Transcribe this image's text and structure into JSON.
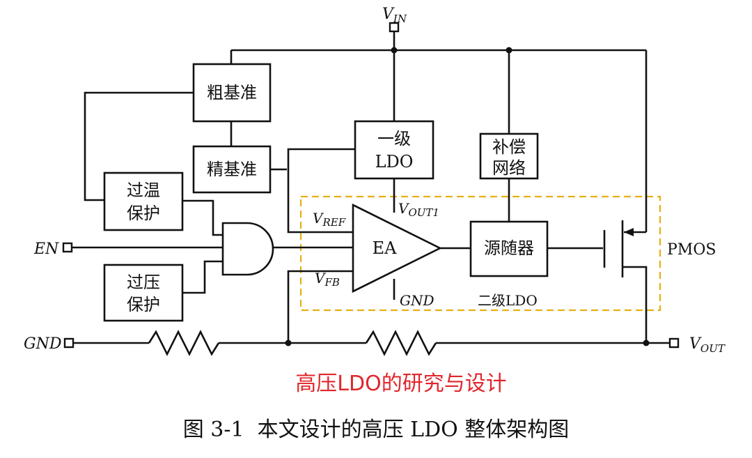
{
  "diagram": {
    "blocks": {
      "coarse_ref": "粗基准",
      "fine_ref": "精基准",
      "ldo1_line1": "一级",
      "ldo1_line2": "LDO",
      "comp_line1": "补偿",
      "comp_line2": "网络",
      "otp_line1": "过温",
      "otp_line2": "保护",
      "ovp_line1": "过压",
      "ovp_line2": "保护",
      "follower": "源随器",
      "ea": "EA",
      "pmos": "PMOS",
      "stage2": "二级LDO"
    },
    "pins": {
      "vin_main": "V",
      "vin_sub": "IN",
      "en": "EN",
      "gnd": "GND",
      "vout_main": "V",
      "vout_sub": "OUT",
      "vref_main": "V",
      "vref_sub": "REF",
      "vfb_main": "V",
      "vfb_sub": "FB",
      "vout1_main": "V",
      "vout1_sub": "OUT1",
      "ea_gnd": "GND"
    }
  },
  "watermark": "高压LDO的研究与设计",
  "caption": "图 3-1  本文设计的高压 LDO 整体架构图"
}
